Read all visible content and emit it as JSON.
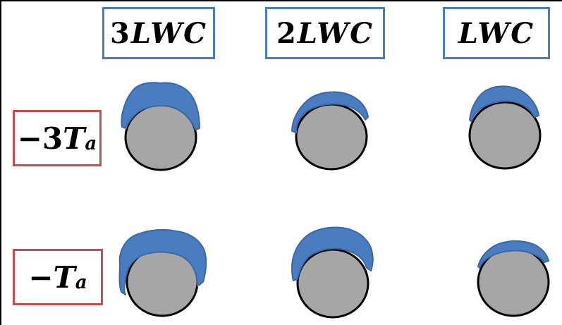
{
  "columns": [
    {
      "prefix": "3",
      "symbol": "LWC"
    },
    {
      "prefix": "2",
      "symbol": "LWC"
    },
    {
      "prefix": "",
      "symbol": "LWC"
    }
  ],
  "rows": [
    {
      "sign": "−",
      "prefix": "3",
      "symbol": "T",
      "subscript": "a"
    },
    {
      "sign": "−",
      "prefix": "",
      "symbol": "T",
      "subscript": "a"
    }
  ],
  "colors": {
    "ice": "#4a7cc0",
    "cylinder": "#a6a6a6",
    "outline": "#000000",
    "column_box": "#4a7cc0",
    "row_box": "#c05050"
  }
}
